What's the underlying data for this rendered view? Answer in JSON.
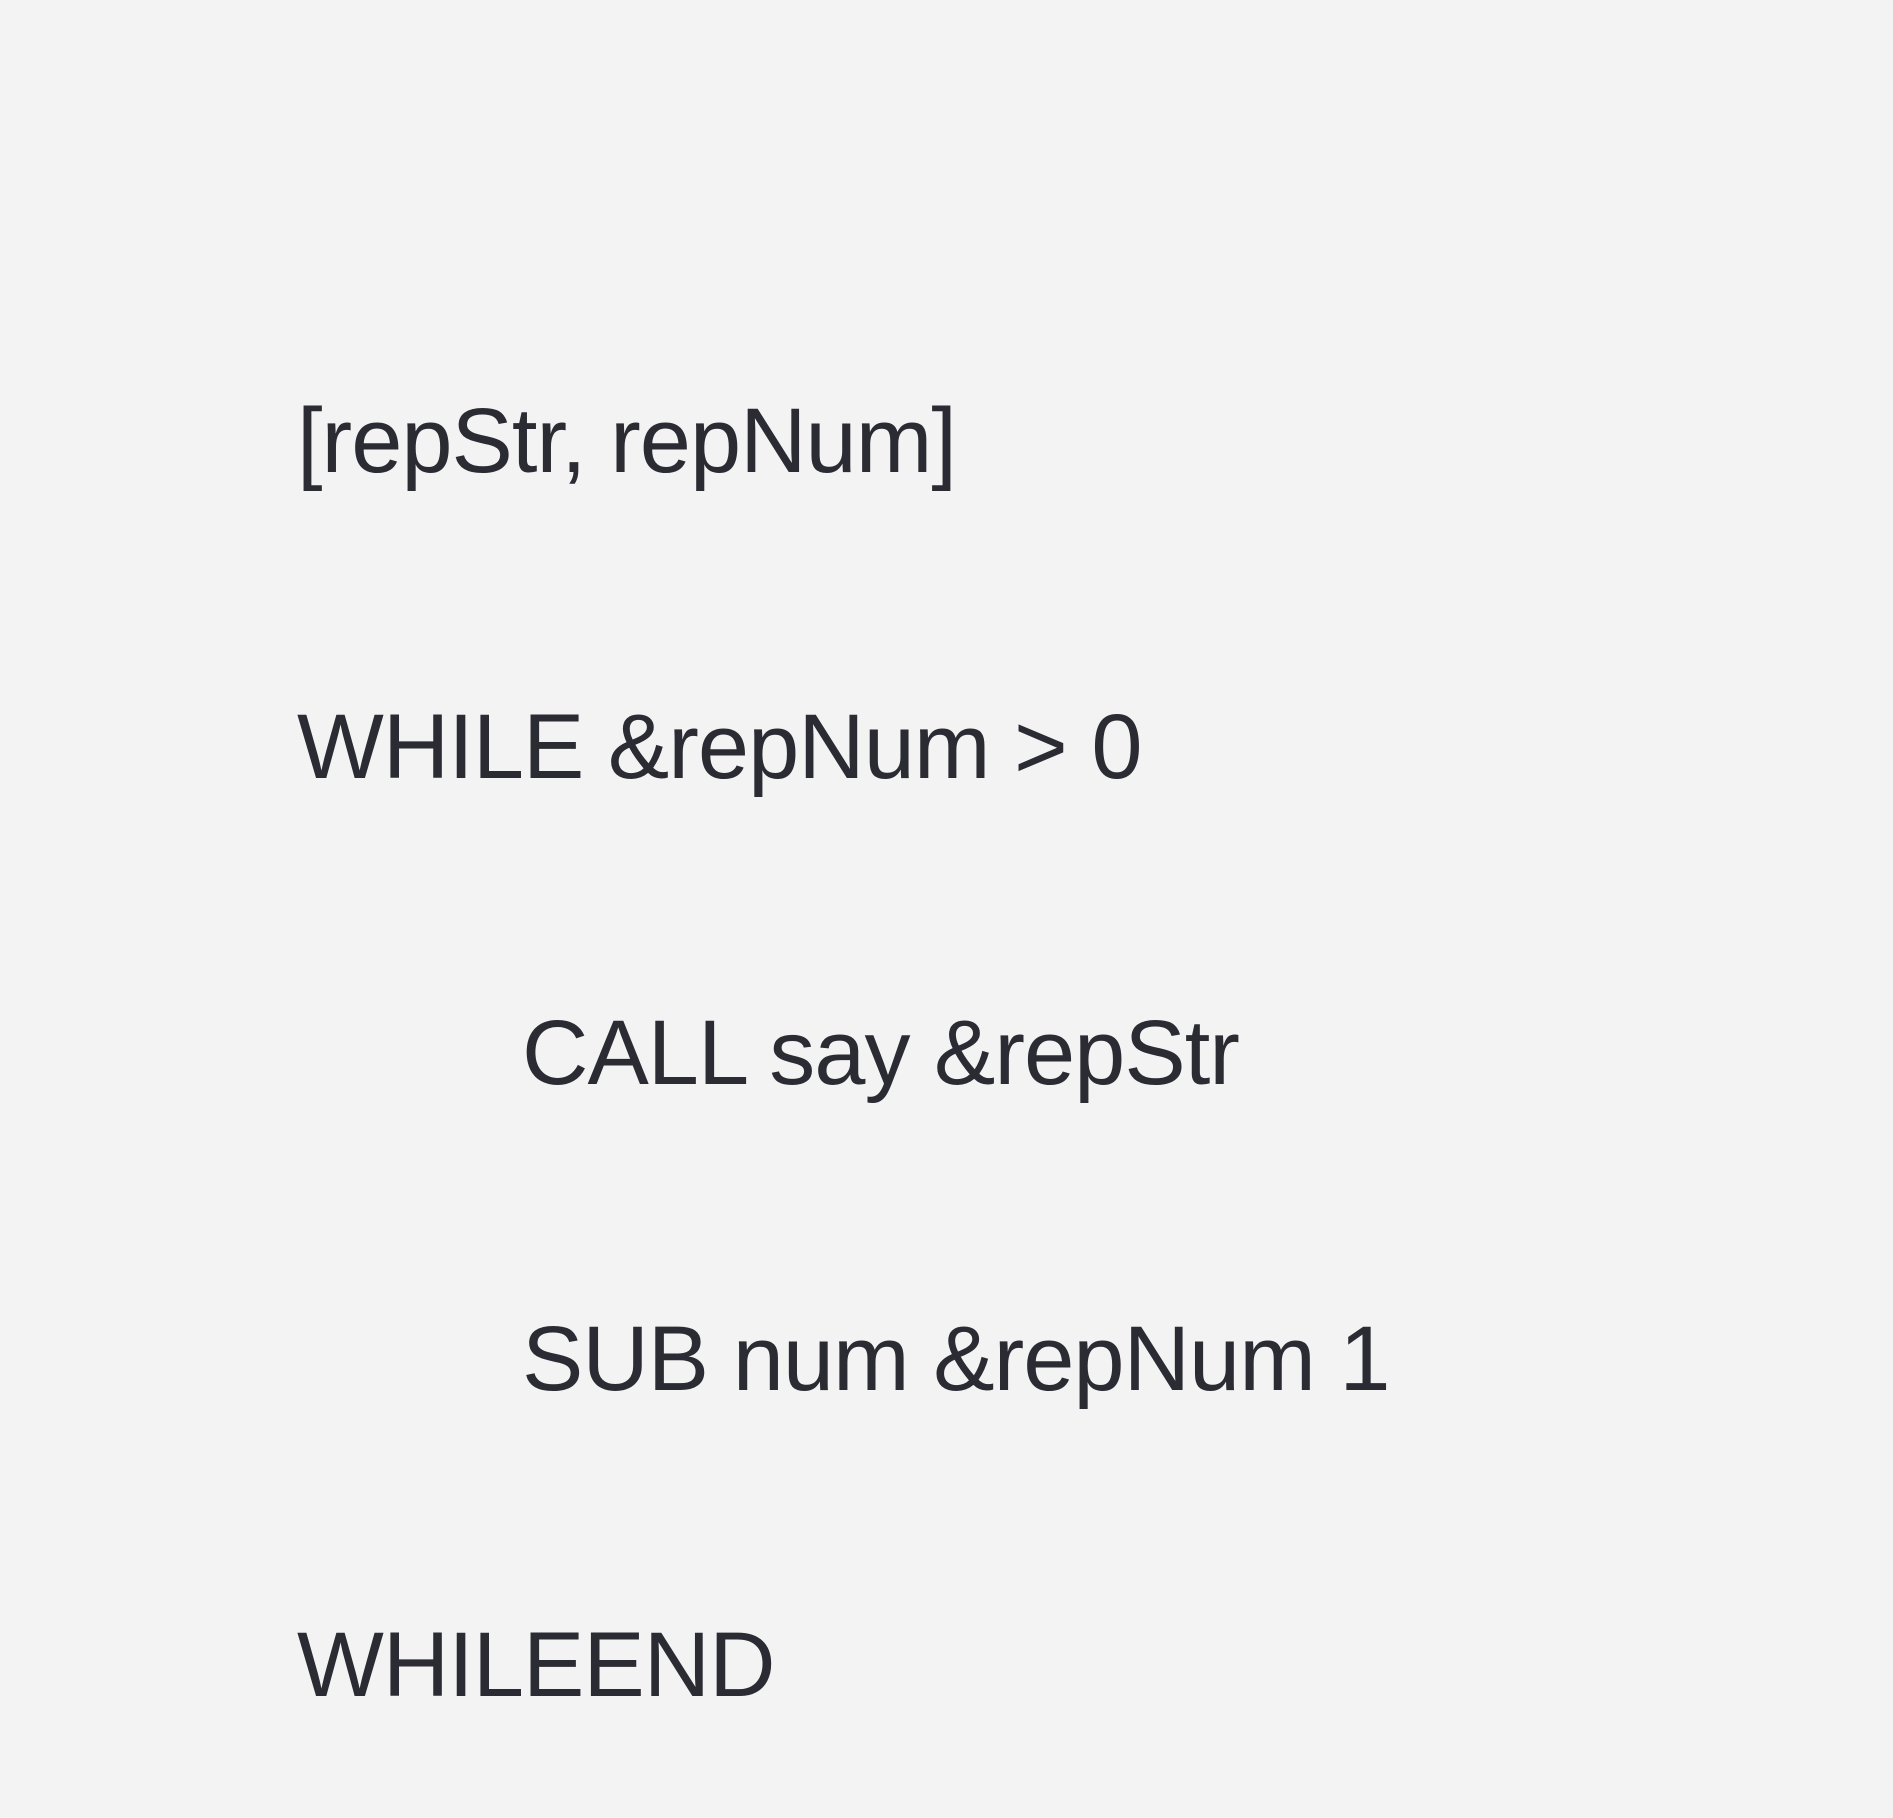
{
  "code": {
    "lines": [
      "[repStr, repNum]",
      "WHILE &repNum > 0",
      "CALL say &repStr",
      "SUB num &repNum 1",
      "WHILEEND"
    ]
  }
}
